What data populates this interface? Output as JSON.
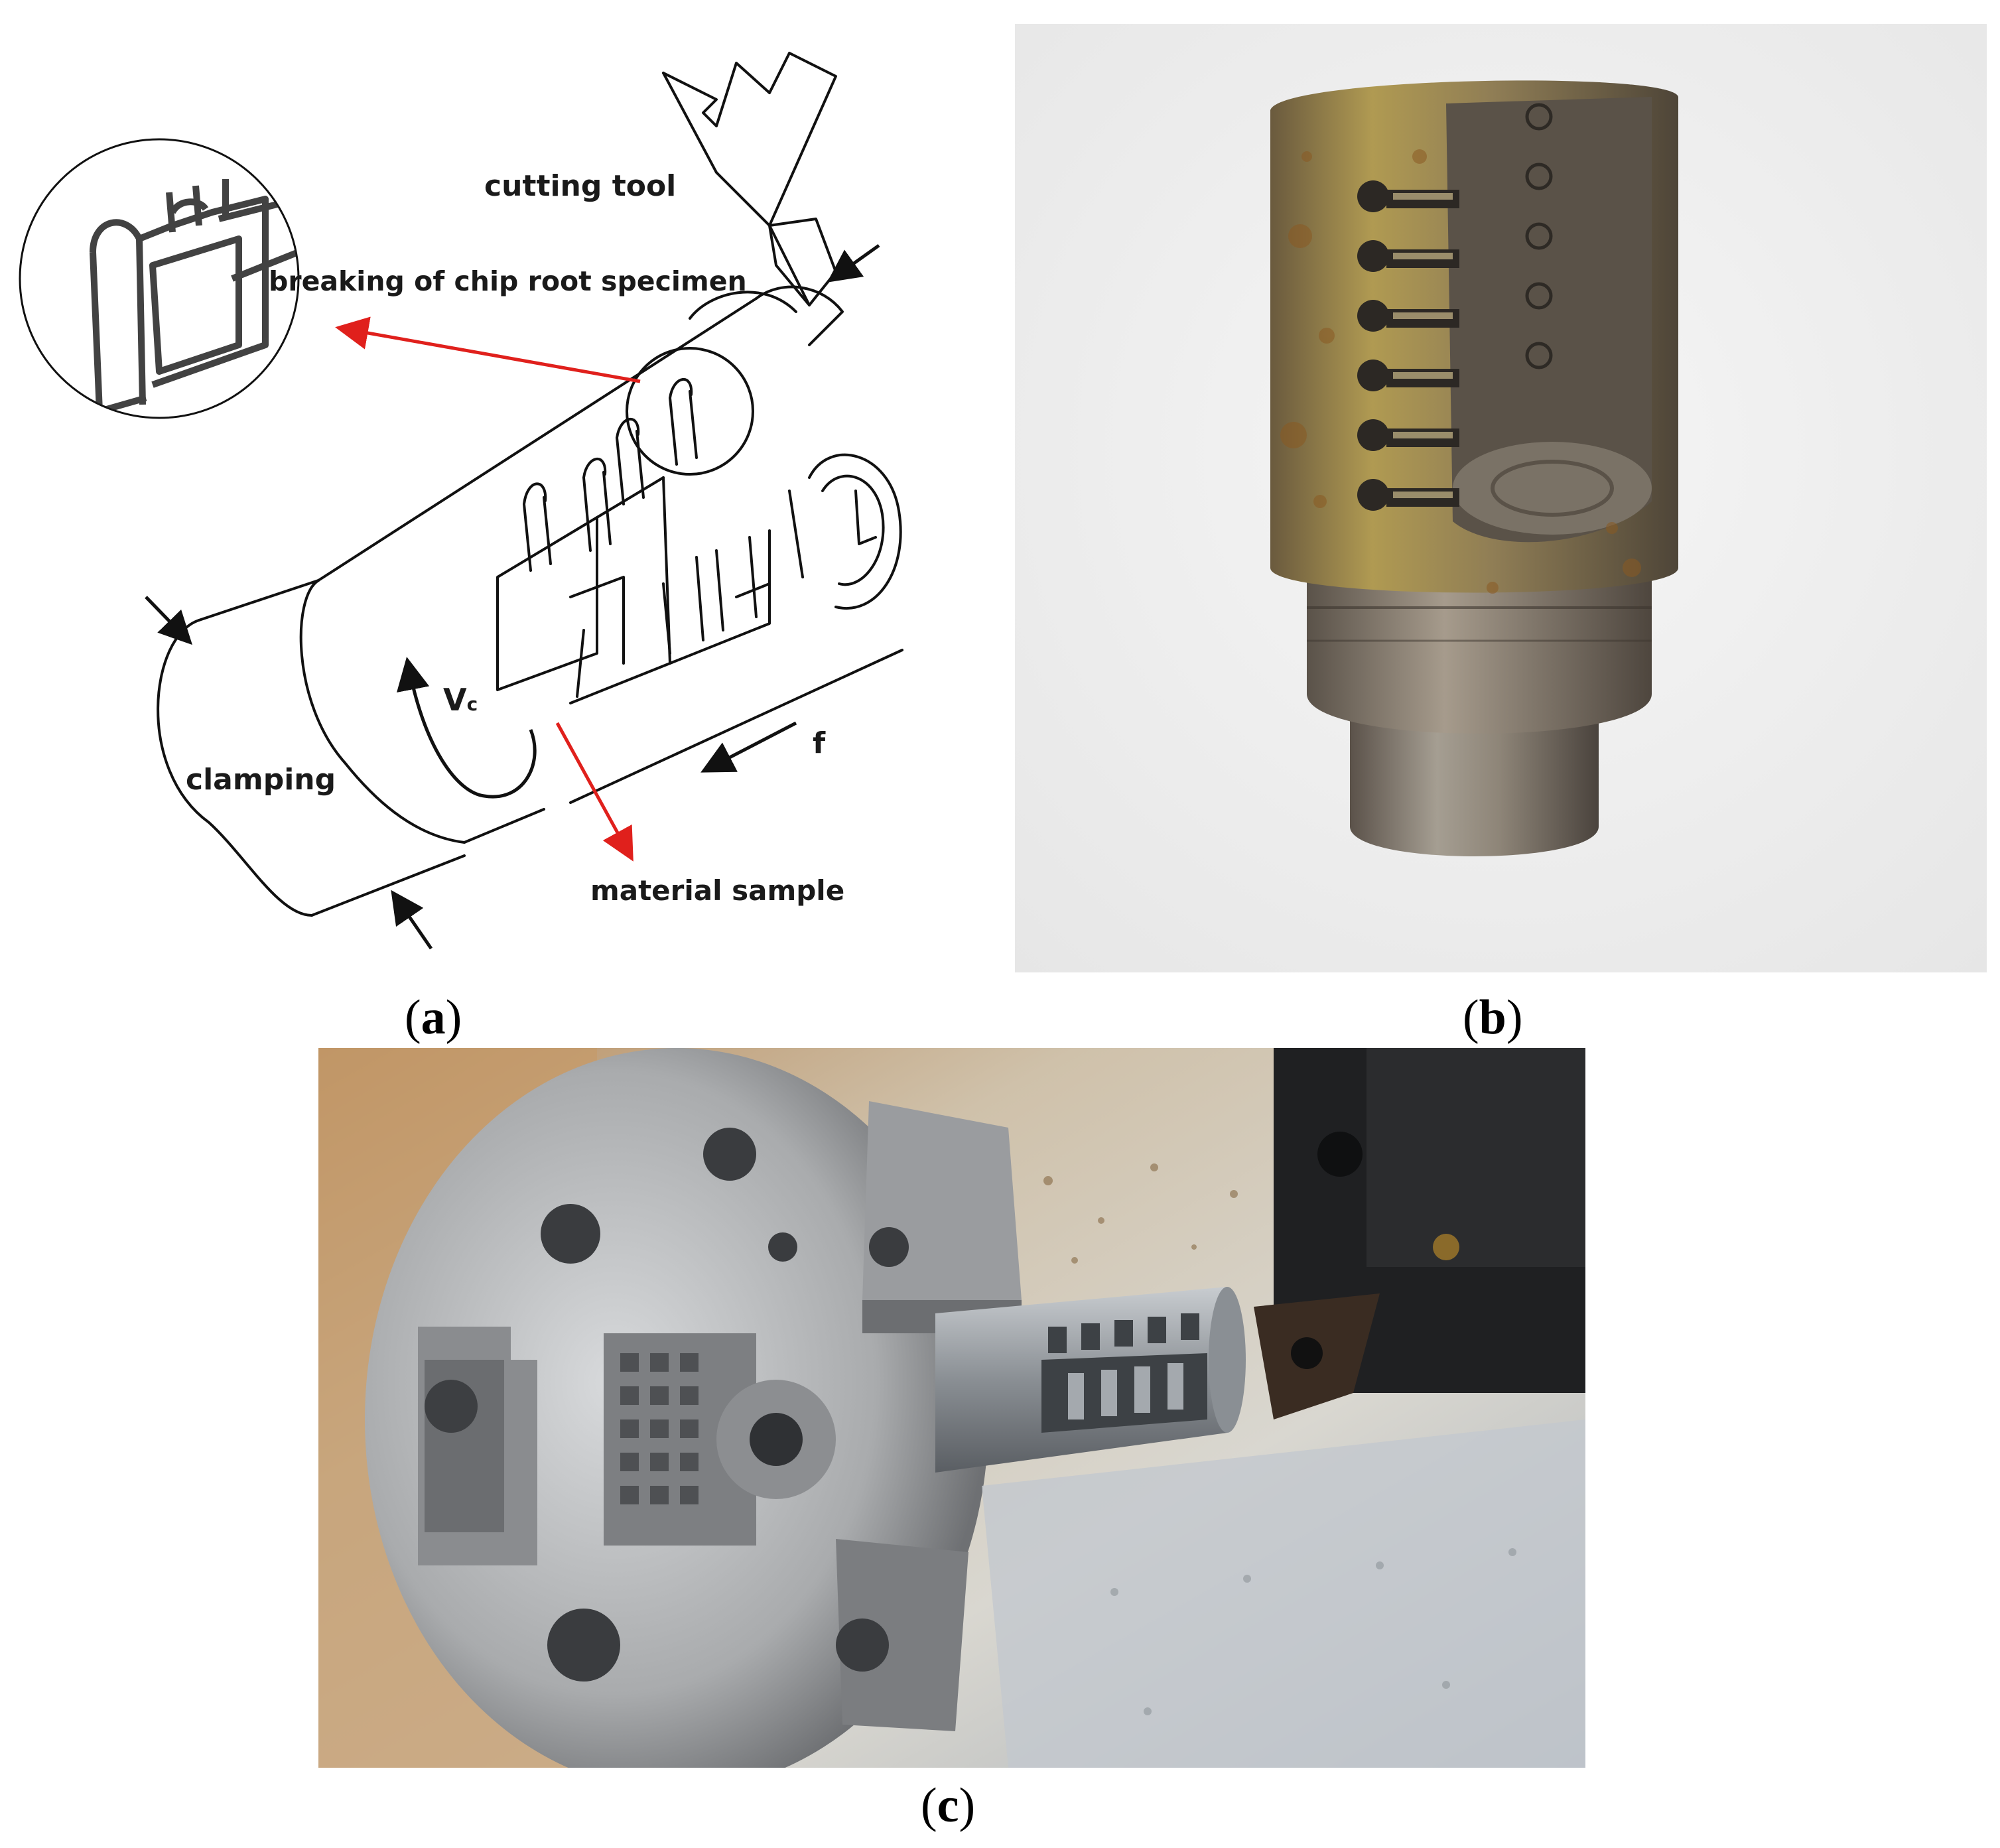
{
  "diagram": {
    "labels": {
      "cutting_tool": "cutting tool",
      "breaking": "breaking of chip root specimen",
      "vc_main": "V",
      "vc_sub": "c",
      "f": "f",
      "clamping": "clamping",
      "material_sample": "material sample"
    },
    "colors": {
      "line": "#111111",
      "annotation_arrow": "#e0201c"
    }
  },
  "captions": {
    "a": {
      "open": "(",
      "letter": "a",
      "close": ")"
    },
    "b": {
      "open": "(",
      "letter": "b",
      "close": ")"
    },
    "c": {
      "open": "(",
      "letter": "c",
      "close": ")"
    }
  },
  "photos": {
    "b": {
      "icon": "specimen-photo"
    },
    "c": {
      "icon": "lathe-chuck-photo"
    }
  }
}
